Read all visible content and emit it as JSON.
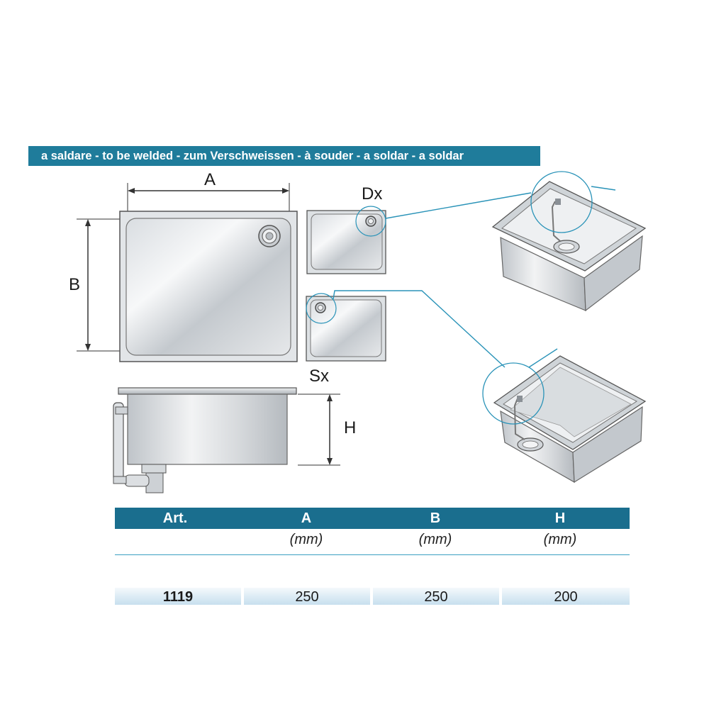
{
  "banner": {
    "text": "a saldare - to be welded - zum Verschweissen - à souder - a soldar - a soldar"
  },
  "labels": {
    "a": "A",
    "b": "B",
    "h": "H",
    "dx": "Dx",
    "sx": "Sx"
  },
  "table": {
    "headers": [
      "Art.",
      "A",
      "B",
      "H"
    ],
    "units": [
      "",
      "(mm)",
      "(mm)",
      "(mm)"
    ],
    "rows": [
      {
        "art": "1119",
        "a": "250",
        "b": "250",
        "h": "200"
      }
    ]
  },
  "colors": {
    "accent": "#1f7c9b",
    "header": "#1a6e8e",
    "callout": "#2a93b8"
  }
}
